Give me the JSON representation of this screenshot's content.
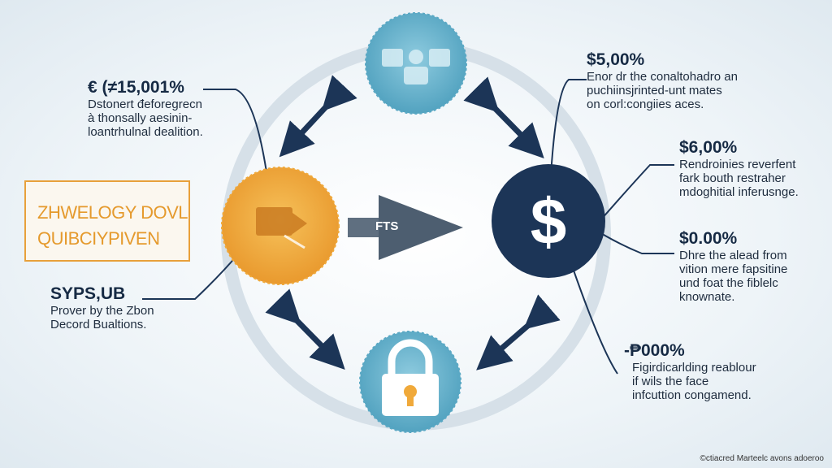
{
  "left_box": {
    "line1": "ZHWELOGY DOVL",
    "line2": "QUIBCIYPIVEN"
  },
  "left_top": {
    "value": "€ (≠15,001%",
    "lines": [
      "Dstonert đeforegrecn",
      "à thonsally aesinin-",
      "loantrhulnal dealition."
    ]
  },
  "left_bottom": {
    "value": "SYPS,UB",
    "lines": [
      "Prover by the Zbon",
      "Decord Bualtions."
    ]
  },
  "right_1": {
    "value": "$5,00%",
    "lines": [
      "Enor dr the conaltohadro an",
      "puchiinsjrinted-unt mates",
      "on corl:congiies aces."
    ]
  },
  "right_2": {
    "value": "$6,00%",
    "lines": [
      "Rendroinies reverfent",
      "fark bouth restraher",
      "mdoghitial inferusnge."
    ]
  },
  "right_3": {
    "value": "$0.00%",
    "lines": [
      "Dhre the alead from",
      "vition mere fapsitine",
      "und foat the fiblelc",
      "knownate."
    ]
  },
  "right_4": {
    "value": "-₱000%",
    "lines": [
      "Figirdicarlding reablour",
      "if wils the face",
      "infcuttion congamend."
    ]
  },
  "center_arrow_label": "FTS",
  "credit": "©ctiacred Marteelc avons adoeroo",
  "colors": {
    "navy": "#1c3557",
    "orange": "#f0a93a",
    "teal": "#5aa8c4",
    "ring": "#d3dde6"
  }
}
